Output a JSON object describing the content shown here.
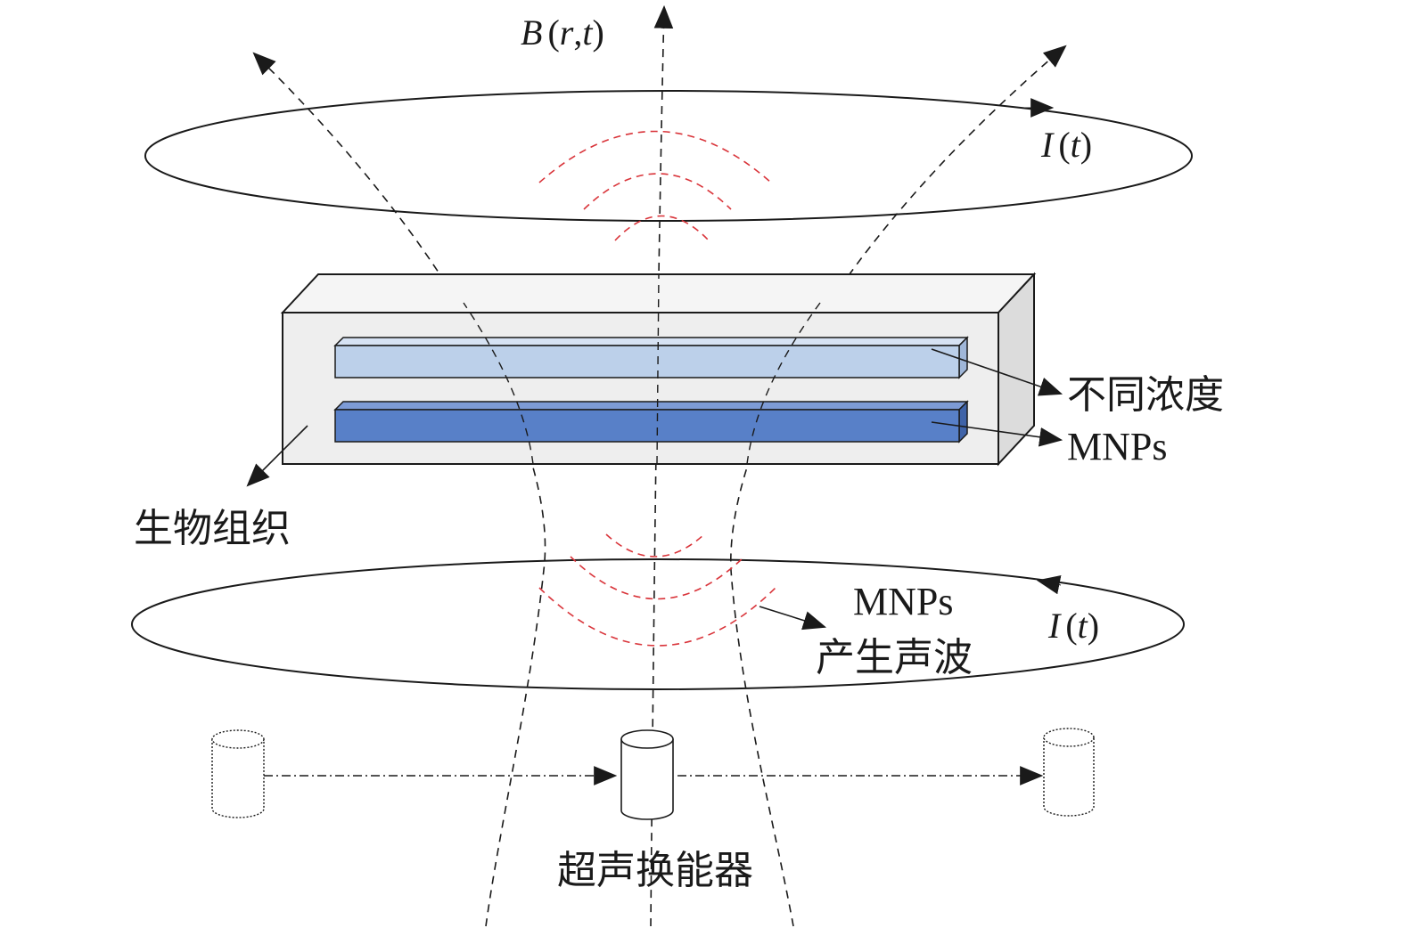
{
  "labels": {
    "field": {
      "var": "B",
      "arg1": "r",
      "sep": ",",
      "arg2": "t"
    },
    "current_top": {
      "var": "I",
      "arg": "t"
    },
    "current_bottom": {
      "var": "I",
      "arg": "t"
    },
    "concentration_line1": "不同浓度",
    "concentration_line2": "MNPs",
    "tissue": "生物组织",
    "acoustic_line1": "MNPs",
    "acoustic_line2": "产生声波",
    "transducer": "超声换能器"
  },
  "colors": {
    "line": "#1a1a1a",
    "acoustic_wave": "#d9343a",
    "tissue_front": "#eeeeee",
    "tissue_top": "#f5f5f5",
    "tissue_side": "#dcdcdc",
    "rod_light_front": "#bcd0ea",
    "rod_light_top": "#d6e2f3",
    "rod_dark_front": "#5880c8",
    "rod_dark_top": "#7d9bd6"
  }
}
